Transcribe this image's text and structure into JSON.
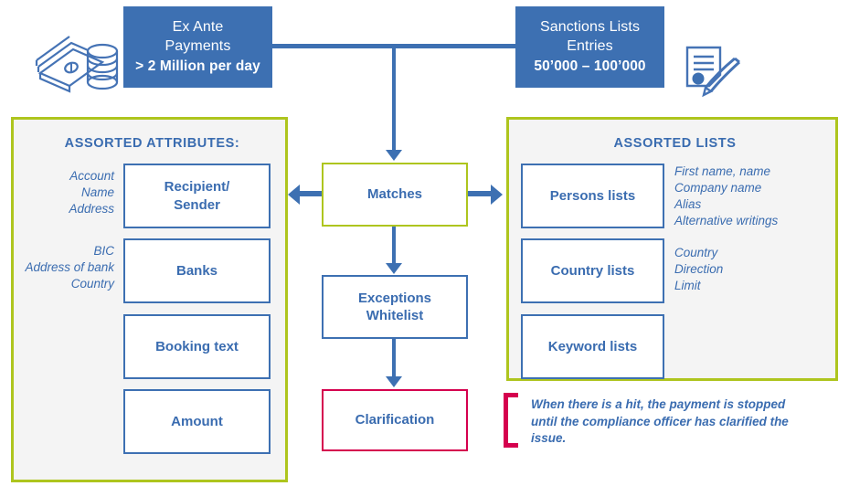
{
  "diagram": {
    "top_boxes": [
      {
        "name": "ex-ante-payments",
        "line1": "Ex Ante",
        "line2": "Payments",
        "line3": "> 2 Million per day"
      },
      {
        "name": "sanctions-lists-entries",
        "line1": "Sanctions Lists",
        "line2": "Entries",
        "line3": "50’000 – 100’000"
      }
    ],
    "icons": {
      "money": "money-stack-icon",
      "document": "document-signature-icon"
    },
    "left_panel": {
      "title": "ASSORTED ATTRIBUTES:",
      "rows": [
        {
          "attributes": "Account\nName\nAddress",
          "box_label": "Recipient/\nSender"
        },
        {
          "attributes": "BIC\nAddress of bank\nCountry",
          "box_label": "Banks"
        },
        {
          "attributes": "",
          "box_label": "Booking text"
        },
        {
          "attributes": "",
          "box_label": "Amount"
        }
      ]
    },
    "right_panel": {
      "title": "ASSORTED LISTS",
      "rows": [
        {
          "box_label": "Persons lists",
          "attributes": "First name, name\nCompany name\nAlias\nAlternative writings"
        },
        {
          "box_label": "Country lists",
          "attributes": "Country\nDirection\nLimit"
        },
        {
          "box_label": "Keyword lists",
          "attributes": ""
        }
      ]
    },
    "center_column": [
      {
        "name": "matches",
        "label": "Matches",
        "border": "green"
      },
      {
        "name": "exceptions-whitelist",
        "label": "Exceptions\nWhitelist",
        "border": "blue"
      },
      {
        "name": "clarification",
        "label": "Clarification",
        "border": "red"
      }
    ],
    "footnote": "When there is a hit, the payment is stopped until the compliance officer has clarified the issue.",
    "colors": {
      "blue_fill": "#3d70b2",
      "blue_text": "#3a6cb0",
      "green_border": "#aec51e",
      "red": "#d5004e",
      "panel_bg": "#f4f4f4"
    }
  }
}
